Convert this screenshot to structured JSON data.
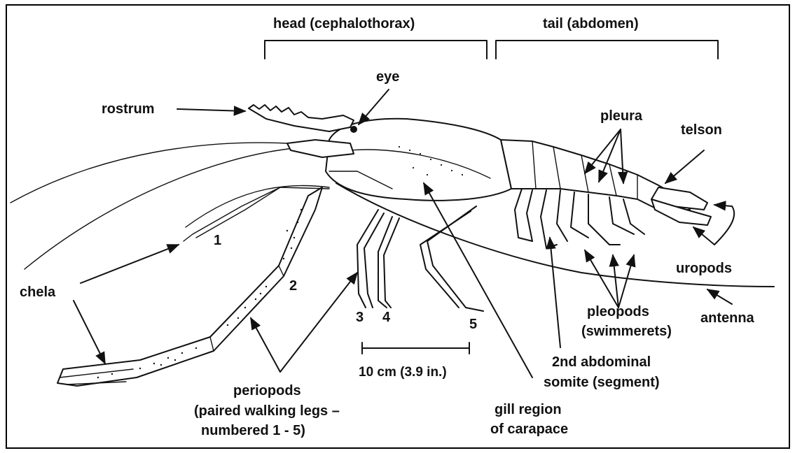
{
  "labels": {
    "head": "head (cephalothorax)",
    "tail": "tail (abdomen)",
    "eye": "eye",
    "rostrum": "rostrum",
    "pleura": "pleura",
    "telson": "telson",
    "num1": "1",
    "num2": "2",
    "num3": "3",
    "num4": "4",
    "num5": "5",
    "chela": "chela",
    "uropods": "uropods",
    "pleopods_1": "pleopods",
    "pleopods_2": "(swimmerets)",
    "antenna": "antenna",
    "scale": "10 cm (3.9 in.)",
    "somite_1": "2nd abdominal",
    "somite_2": "somite (segment)",
    "periopods_1": "periopods",
    "periopods_2": "(paired walking legs –",
    "periopods_3": "numbered 1 - 5)",
    "gill_1": "gill region",
    "gill_2": "of carapace"
  }
}
